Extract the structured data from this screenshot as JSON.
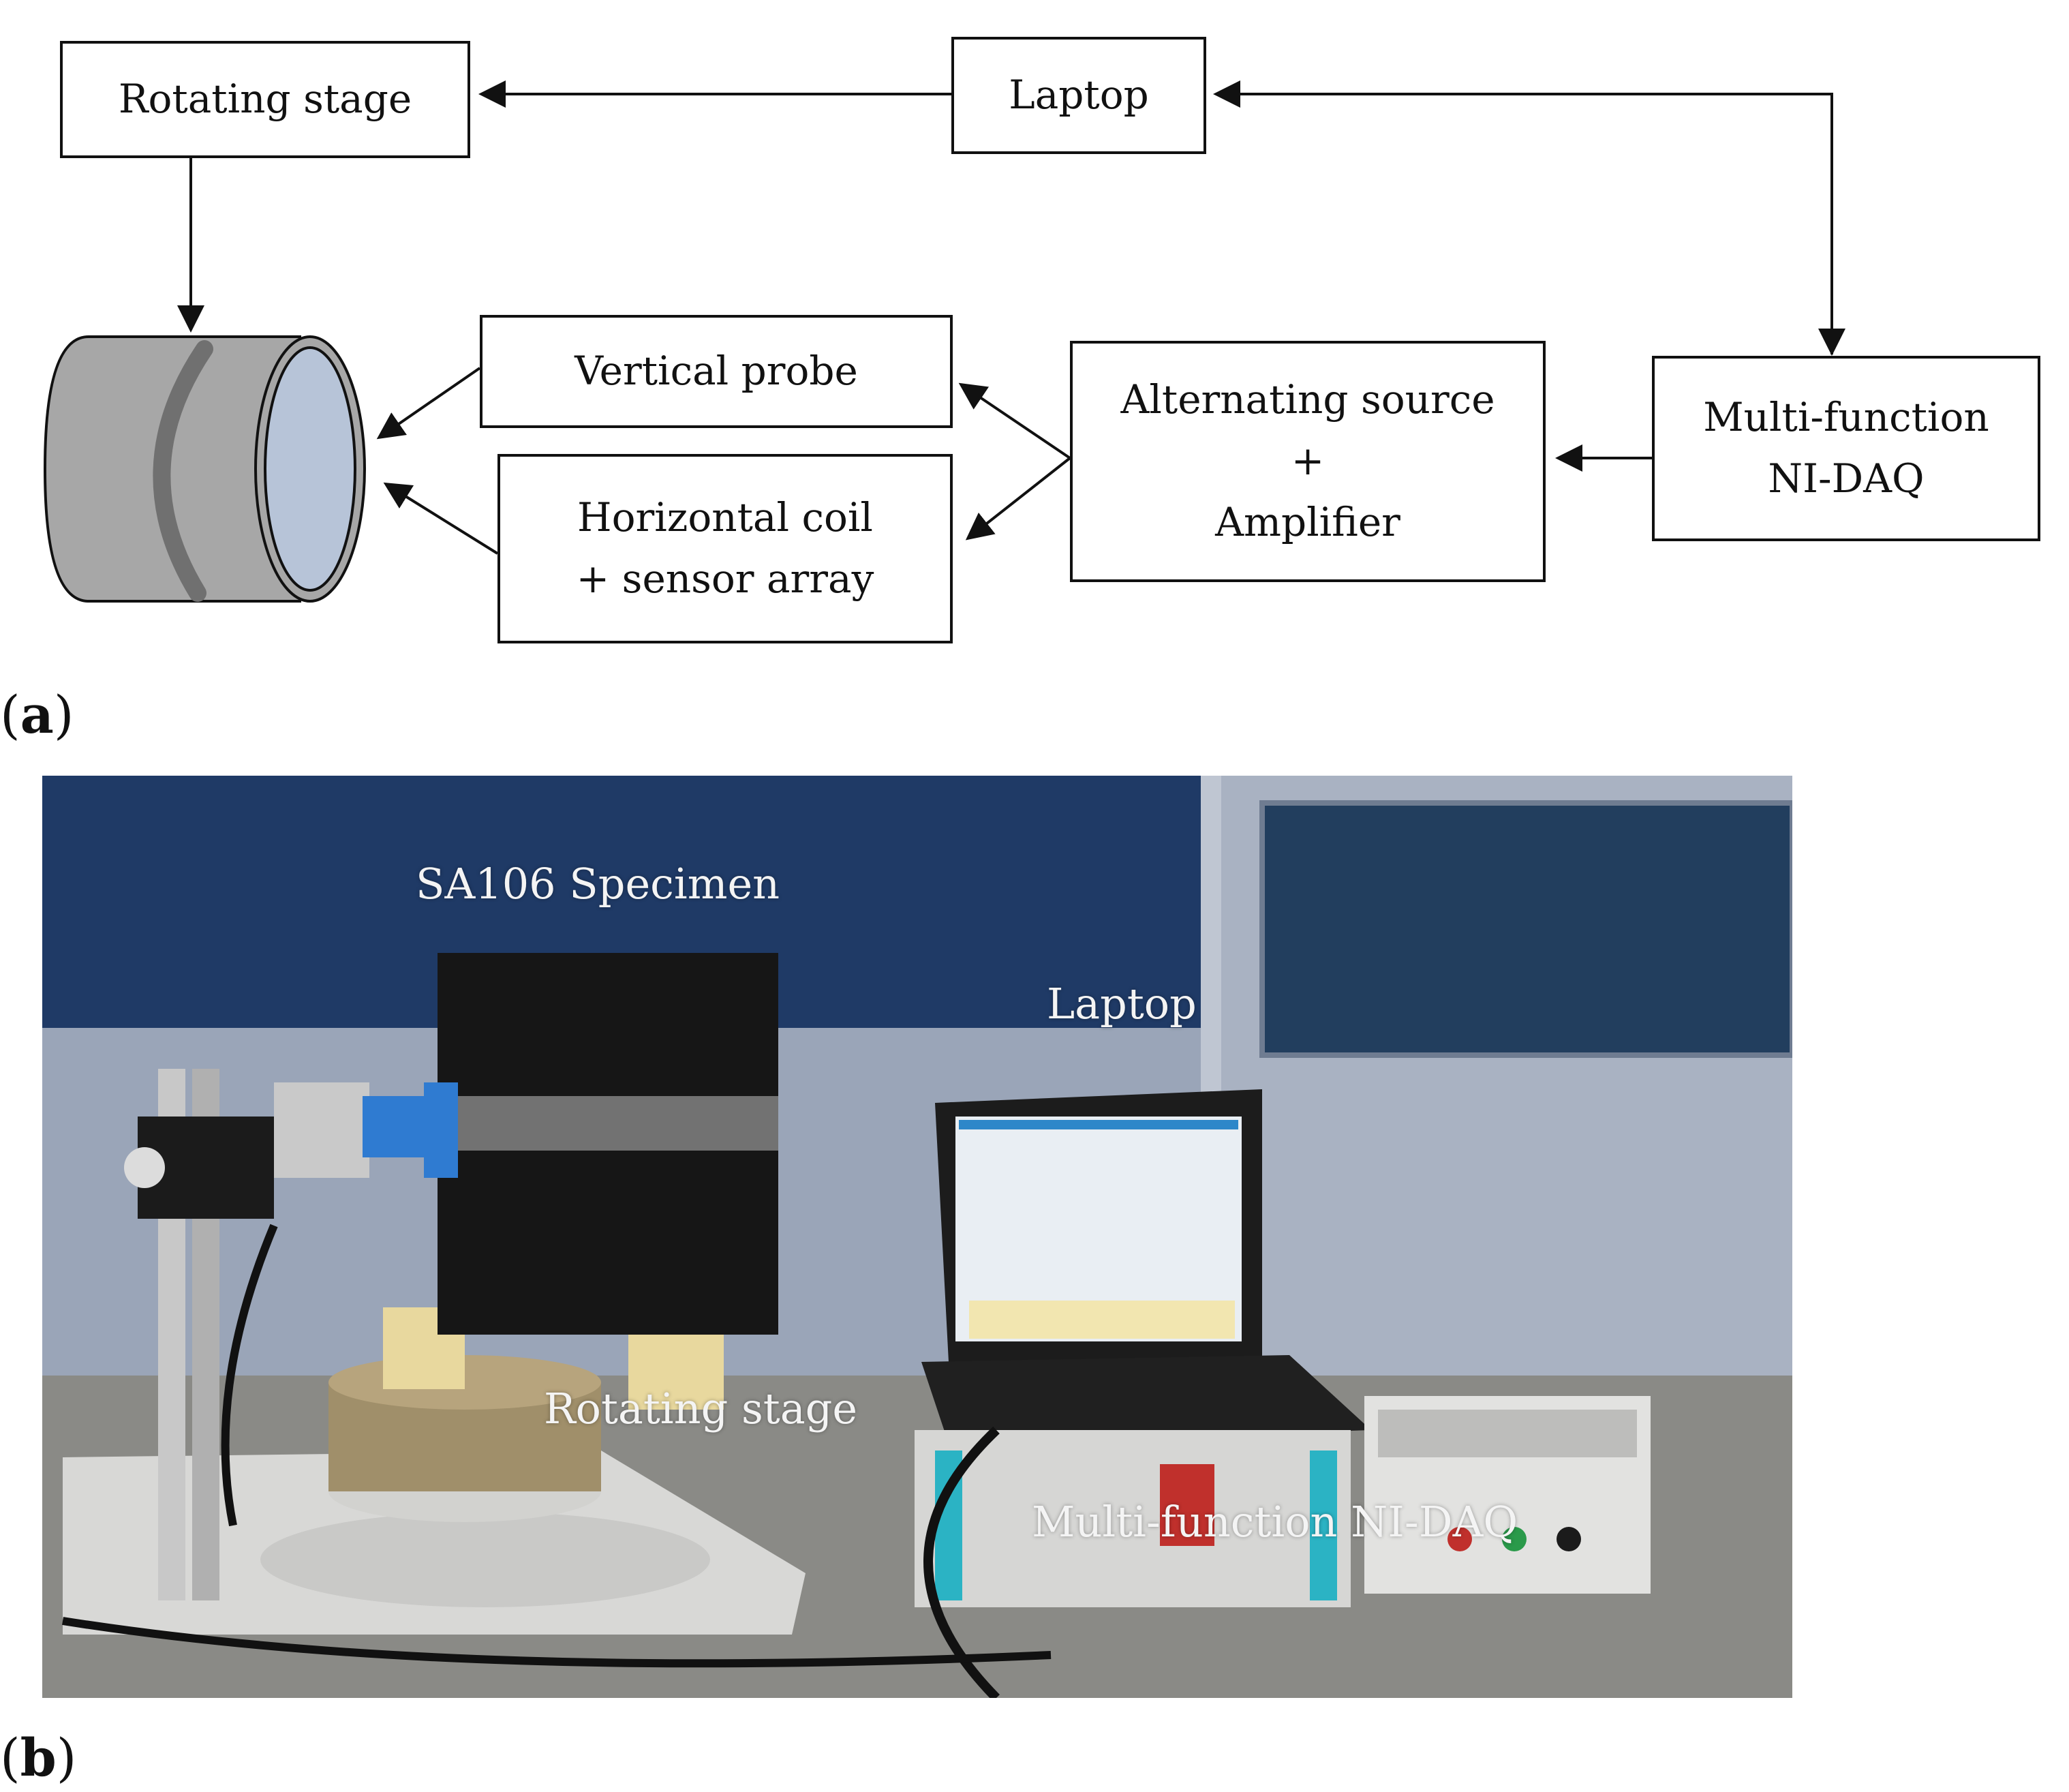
{
  "panel_a": {
    "label_letter": "a",
    "boxes": {
      "rotating_stage": "Rotating stage",
      "laptop": "Laptop",
      "vertical_probe": "Vertical probe",
      "horizontal_coil_line1": "Horizontal coil",
      "horizontal_coil_line2": "+ sensor array",
      "alt_source_line1": "Alternating source",
      "alt_source_line2": "+",
      "alt_source_line3": "Amplifier",
      "daq_line1": "Multi-function",
      "daq_line2": "NI-DAQ"
    },
    "colors": {
      "specimen_body": "#a7a7a7",
      "specimen_face": "#b7c4d8",
      "specimen_crack": "#707070"
    }
  },
  "panel_b": {
    "label_letter": "b",
    "labels": {
      "specimen": "SA106 Specimen",
      "laptop": "Laptop",
      "rotating_stage": "Rotating stage",
      "daq": "Multi-function NI-DAQ"
    },
    "colors": {
      "wall_blue": "#1f3a66",
      "partition_grey": "#9aa5b8",
      "table": "#8a8a86",
      "probe_blue": "#2f7bd1",
      "daq_teal": "#2bb3c4"
    }
  }
}
